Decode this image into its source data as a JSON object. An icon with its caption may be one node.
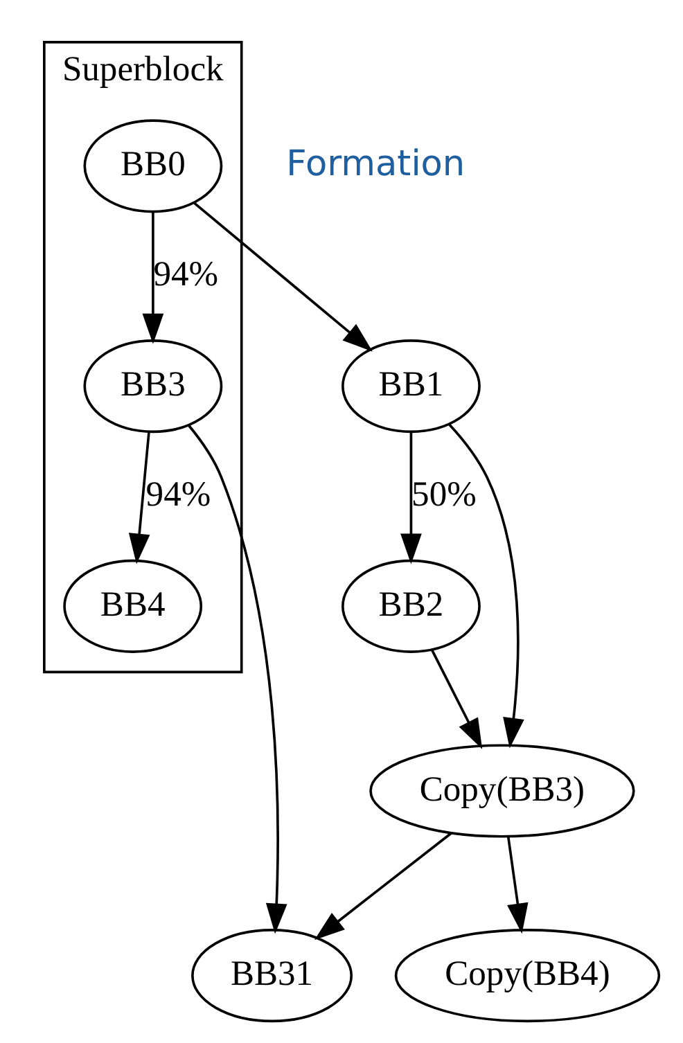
{
  "diagram": {
    "nodes": [
      {
        "text": [
          "Superblock"
        ]
      },
      {
        "text": [
          "BB0"
        ],
        "in": 0
      },
      {
        "text": [
          "BB3"
        ],
        "in": 0
      },
      {
        "text": [
          "BB4"
        ],
        "in": 0
      },
      {
        "text": [
          "BB1"
        ]
      },
      {
        "text": [
          "BB2"
        ]
      },
      {
        "text": [
          "Copy(BB3)"
        ]
      },
      {
        "text": [
          "BB31"
        ]
      },
      {
        "text": [
          "Copy(BB4)"
        ]
      }
    ],
    "edges": [
      {
        "from": 1,
        "to": 2,
        "arrow": "to",
        "label": "94%"
      },
      {
        "from": 1,
        "to": 4,
        "arrow": "to"
      },
      {
        "from": 2,
        "to": 3,
        "arrow": "to",
        "label": "94%"
      },
      {
        "from": 2,
        "to": 7,
        "arrow": "to"
      },
      {
        "from": 4,
        "to": 6,
        "arrow": "to"
      },
      {
        "from": 4,
        "to": 5,
        "arrow": "to",
        "label": "50%"
      },
      {
        "from": 5,
        "to": 6,
        "arrow": "to"
      },
      {
        "from": 6,
        "to": 7,
        "arrow": "to"
      },
      {
        "from": 6,
        "to": 8,
        "arrow": "to"
      }
    ],
    "labels": [
      "Formation"
    ]
  }
}
